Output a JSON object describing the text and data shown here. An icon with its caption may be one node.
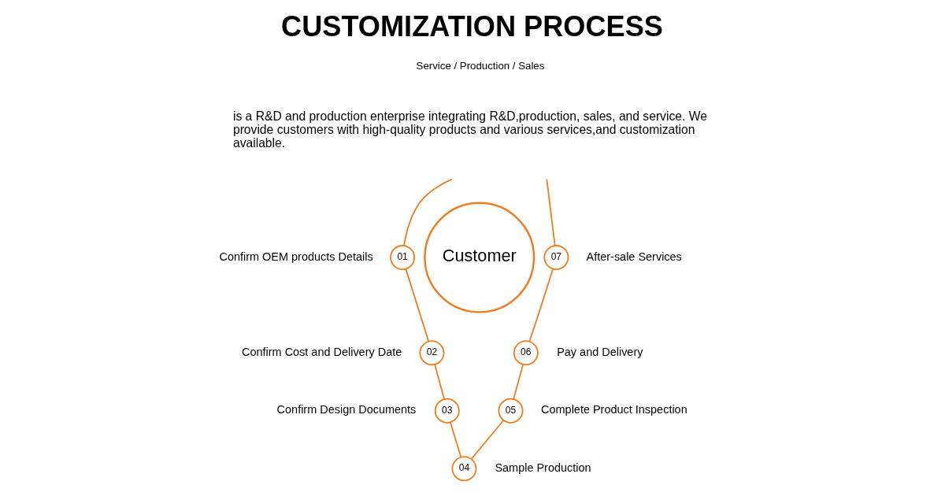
{
  "diagram": {
    "title": "CUSTOMIZATION PROCESS",
    "nodes": [
      {
        "text": [
          "Customer"
        ]
      },
      {
        "text": [
          "01"
        ],
        "beside": [
          "Confirm OEM products Details"
        ]
      },
      {
        "text": [
          "02"
        ],
        "beside": [
          "Confirm Cost and Delivery Date"
        ]
      },
      {
        "text": [
          "03"
        ],
        "beside": [
          "Confirm Design Documents"
        ]
      },
      {
        "text": [
          "04"
        ],
        "beside": [
          "Sample Production"
        ]
      },
      {
        "text": [
          "05"
        ],
        "beside": [
          "Complete Product Inspection"
        ]
      },
      {
        "text": [
          "06"
        ],
        "beside": [
          "Pay and Delivery"
        ]
      },
      {
        "text": [
          "07"
        ],
        "beside": [
          "After-sale Services"
        ]
      }
    ],
    "edges": [
      {
        "from": null,
        "to": 1,
        "arrow": "none"
      },
      {
        "from": 1,
        "to": 2,
        "arrow": "none"
      },
      {
        "from": 2,
        "to": 3,
        "arrow": "none"
      },
      {
        "from": 3,
        "to": 4,
        "arrow": "none"
      },
      {
        "from": 4,
        "to": 5,
        "arrow": "none"
      },
      {
        "from": 5,
        "to": 6,
        "arrow": "none"
      },
      {
        "from": 6,
        "to": 7,
        "arrow": "none"
      },
      {
        "from": 7,
        "to": null,
        "arrow": "none"
      }
    ],
    "labels": [
      "Service / Production / Sales",
      "is a R&D and production enterprise integrating R&D,production, sales, and service. We provide customers with high-quality products and various services,and customization available."
    ]
  }
}
